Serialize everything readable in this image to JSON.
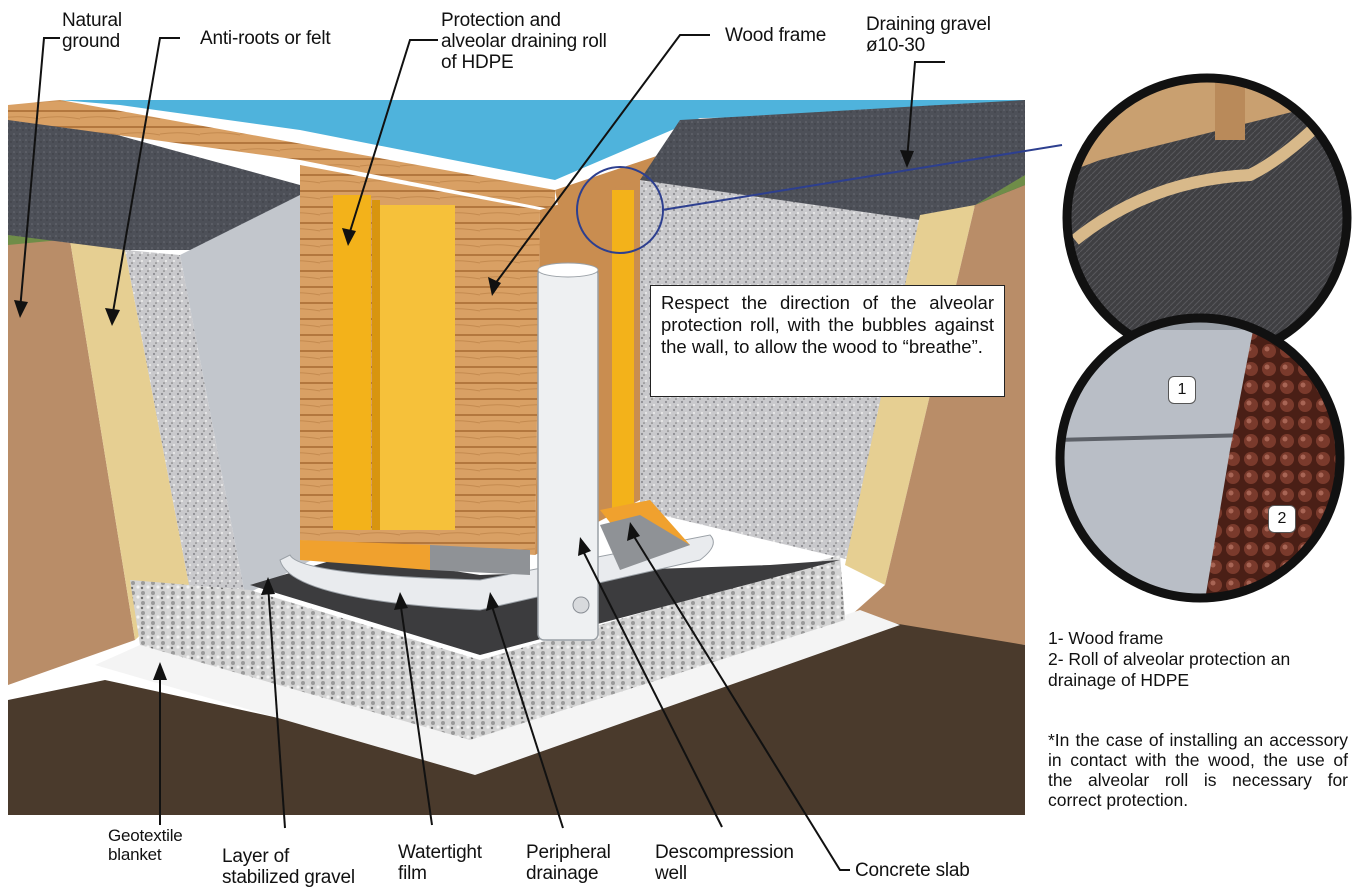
{
  "labels": {
    "natural_ground": "Natural\nground",
    "anti_roots": "Anti-roots or felt",
    "protection_roll": "Protection and\nalveolar draining roll\nof HDPE",
    "wood_frame": "Wood frame",
    "draining_gravel": "Draining gravel\nø10-30",
    "geotextile": "Geotextile\nblanket",
    "layer_gravel": "Layer of\nstabilized gravel",
    "watertight": "Watertight\nfilm",
    "peripheral": "Peripheral\ndrainage",
    "descompression": "Descompression\nwell",
    "concrete_slab": "Concrete slab"
  },
  "callout": "Respect the direction of the alveolar protection roll, with the bubbles against the wall, to allow the wood to “breathe”.",
  "detail": {
    "badge_1": "1",
    "badge_2": "2"
  },
  "legend": {
    "item_1": "1- Wood frame",
    "item_2": "2- Roll of alveolar protection an\ndrainage of HDPE"
  },
  "footnote": "*In the case of installing an accessory in contact with the wood, the use of the alveolar roll is necessary for correct protection.",
  "colors": {
    "water": "#4fb3dc",
    "wood": "#d79a5a",
    "yellow_roll": "#f3b21a",
    "gravel": "#c8c8cc",
    "soil": "#b98d68",
    "dark_soil": "#4a3a2c",
    "asphalt": "#4b4e55"
  }
}
